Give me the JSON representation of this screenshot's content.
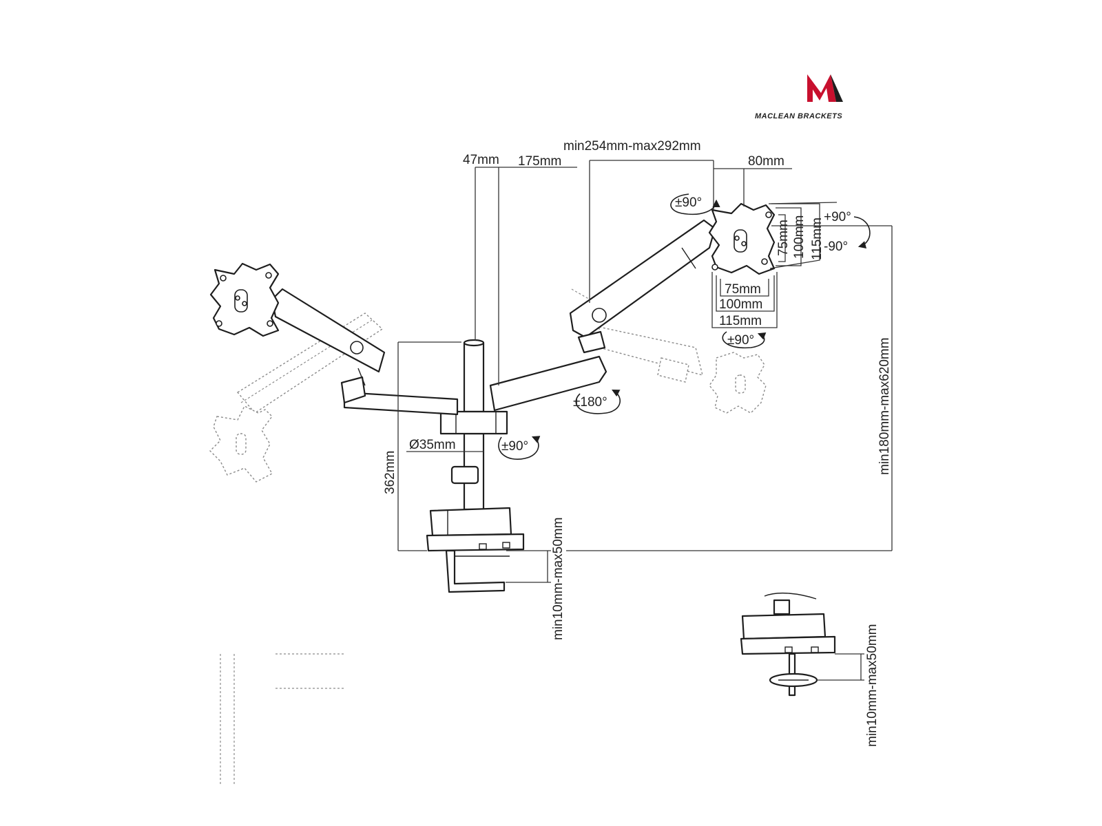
{
  "brand": {
    "logo_text": "MACLEAN BRACKETS",
    "logo_color": "#c8102e"
  },
  "dimensions": {
    "arm_extension": "min254mm-max292mm",
    "pole_offset": "47mm",
    "arm_segment": "175mm",
    "head_offset": "80mm",
    "pole_height": "362mm",
    "pole_diameter": "Ø35mm",
    "height_range": "min180mm-max620mm",
    "desk_thickness_clamp": "min10mm-max50mm",
    "desk_thickness_grommet": "min10mm-max50mm"
  },
  "vesa": {
    "vertical": [
      "75mm",
      "100mm",
      "115mm"
    ],
    "horizontal": [
      "75mm",
      "100mm",
      "115mm"
    ]
  },
  "rotations": {
    "tilt_up": "+90°",
    "tilt_down": "-90°",
    "head_swivel_top": "±90°",
    "head_swivel_bottom": "±90°",
    "arm_swivel": "±180°",
    "base_swivel": "±90°"
  }
}
